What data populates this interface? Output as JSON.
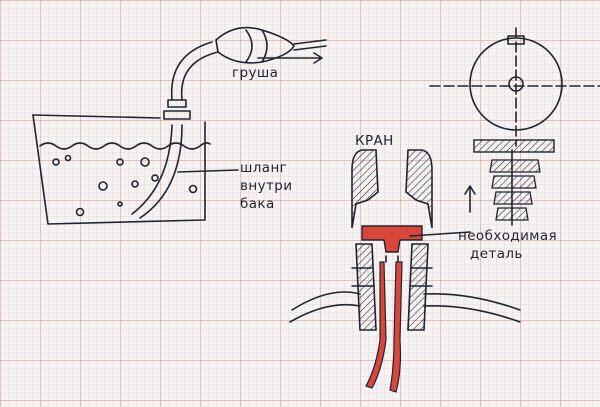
{
  "labels": {
    "bulb": "груша",
    "hose_line1": "шланг",
    "hose_line2": "внутри",
    "hose_line3": "бака",
    "valve": "КРАН",
    "part_line1": "необходимая",
    "part_line2": "деталь"
  },
  "colors": {
    "paper": "#f4f2f3",
    "grid_minor": "#e6b9b4",
    "grid_major": "#d98b82",
    "ink": "#1f2430",
    "part_red": "#d9463a"
  }
}
